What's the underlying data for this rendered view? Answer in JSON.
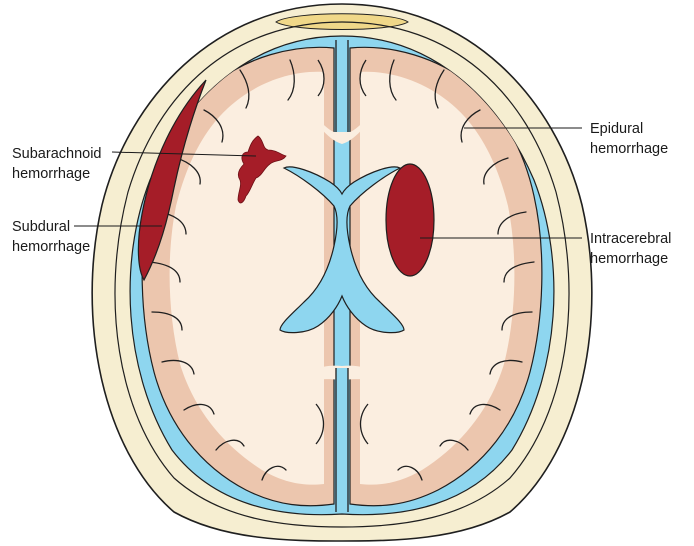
{
  "labels": {
    "subarachnoid": [
      "Subarachnoid",
      "hemorrhage"
    ],
    "subdural": [
      "Subdural",
      "hemorrhage"
    ],
    "epidural": [
      "Epidural",
      "hemorrhage"
    ],
    "intracerebral": [
      "Intracerebral",
      "hemorrhage"
    ]
  },
  "colors": {
    "background": "#ffffff",
    "scalp": "#f6eed1",
    "bone_marrow": "#f0d889",
    "csf": "#8ed6ef",
    "gray_matter": "#ecc6ae",
    "white_matter": "#fbeee0",
    "blood": "#a51d28",
    "outline": "#1f1f1f"
  }
}
